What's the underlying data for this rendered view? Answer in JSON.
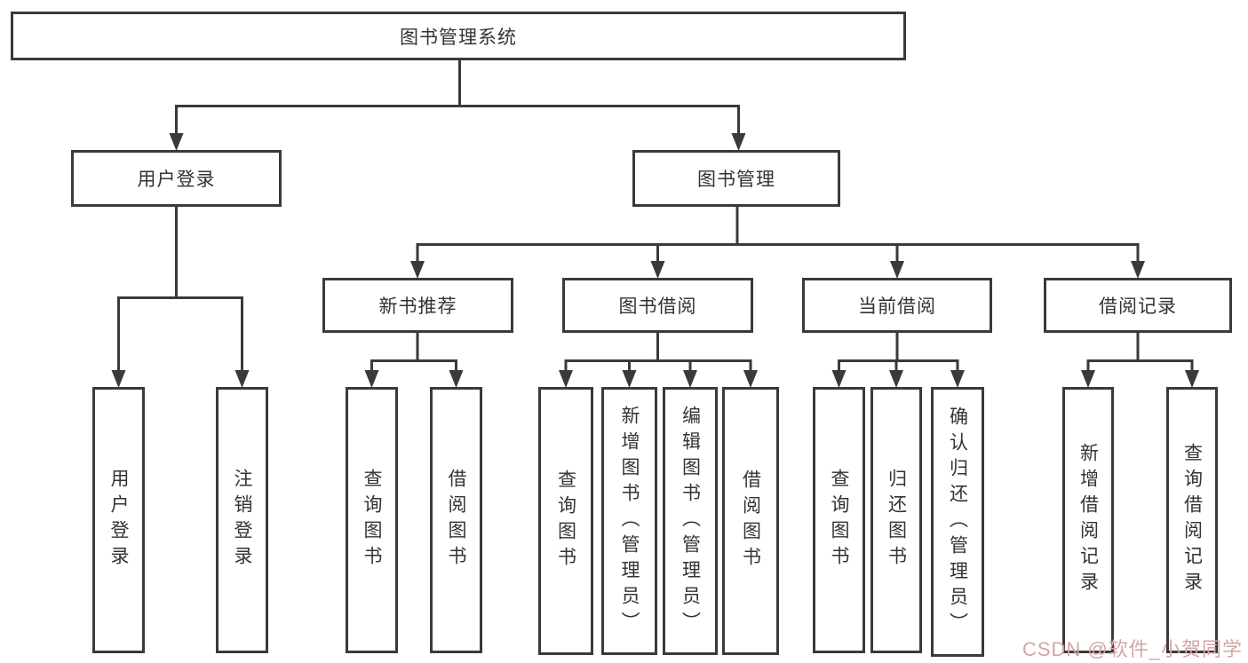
{
  "diagram": {
    "root": {
      "label": "图书管理系统"
    },
    "level1": [
      {
        "label": "用户登录"
      },
      {
        "label": "图书管理"
      }
    ],
    "level2": [
      {
        "label": "新书推荐"
      },
      {
        "label": "图书借阅"
      },
      {
        "label": "当前借阅"
      },
      {
        "label": "借阅记录"
      }
    ],
    "leaves": [
      {
        "label": "用户登录"
      },
      {
        "label": "注销登录"
      },
      {
        "label": "查询图书"
      },
      {
        "label": "借阅图书"
      },
      {
        "label": "查询图书"
      },
      {
        "label": "新增图书（管理员）"
      },
      {
        "label": "编辑图书（管理员）"
      },
      {
        "label": "借阅图书"
      },
      {
        "label": "查询图书"
      },
      {
        "label": "归还图书"
      },
      {
        "label": "确认归还（管理员）"
      },
      {
        "label": "新增借阅记录"
      },
      {
        "label": "查询借阅记录"
      }
    ],
    "watermark": "CSDN @软件_小贺同学",
    "colors": {
      "line": "#3a3a3a",
      "text": "#333333",
      "watermark": "#d5a5a5",
      "background": "#ffffff"
    }
  }
}
